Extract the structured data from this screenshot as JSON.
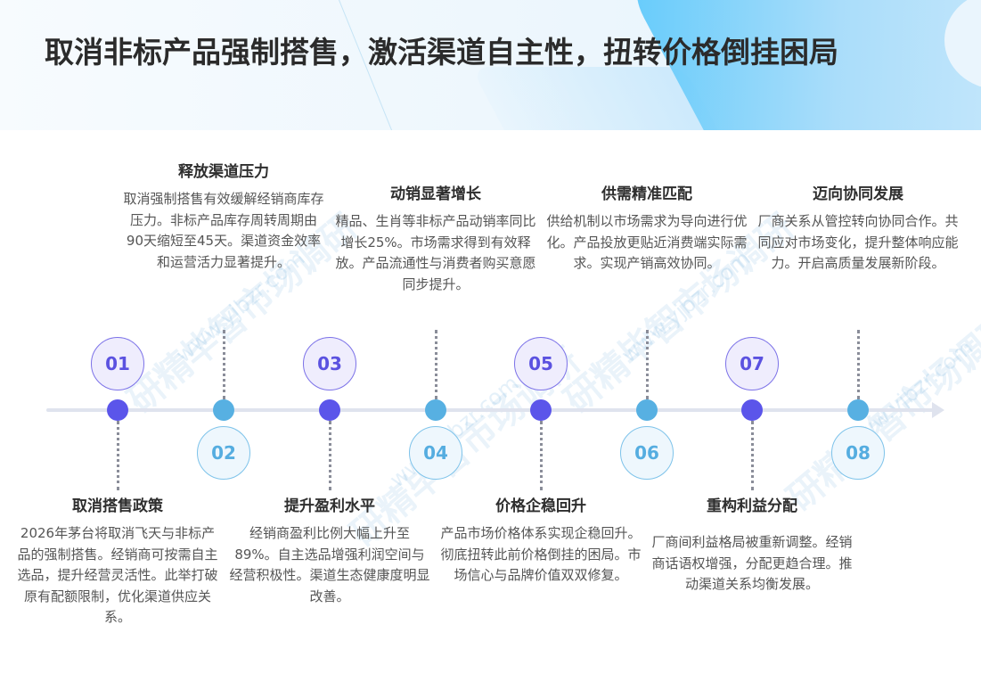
{
  "header": {
    "title": "取消非标产品强制搭售，激活渠道自主性，扭转价格倒挂困局"
  },
  "watermark": {
    "text": "研精毕智市场调研",
    "url": "www.yjbzr.com"
  },
  "colors": {
    "purple_accent": "#5b55ea",
    "blue_accent": "#57b0e2",
    "axis": "#dfe3ee",
    "title_text": "#2b2b2b",
    "body_text": "#555555"
  },
  "timeline": {
    "steps": [
      {
        "number": "01",
        "position": "below",
        "color": "purple",
        "title": "取消搭售政策",
        "description": "2026年茅台将取消飞天与非标产品的强制搭售。经销商可按需自主选品，提升经营灵活性。此举打破原有配额限制，优化渠道供应关系。"
      },
      {
        "number": "02",
        "position": "above",
        "color": "blue",
        "title": "释放渠道压力",
        "description": "取消强制搭售有效缓解经销商库存压力。非标产品库存周转周期由90天缩短至45天。渠道资金效率和运营活力显著提升。"
      },
      {
        "number": "03",
        "position": "below",
        "color": "purple",
        "title": "提升盈利水平",
        "description": "经销商盈利比例大幅上升至89%。自主选品增强利润空间与经营积极性。渠道生态健康度明显改善。"
      },
      {
        "number": "04",
        "position": "above",
        "color": "blue",
        "title": "动销显著增长",
        "description": "精品、生肖等非标产品动销率同比增长25%。市场需求得到有效释放。产品流通性与消费者购买意愿同步提升。"
      },
      {
        "number": "05",
        "position": "below",
        "color": "purple",
        "title": "价格企稳回升",
        "description": "产品市场价格体系实现企稳回升。彻底扭转此前价格倒挂的困局。市场信心与品牌价值双双修复。"
      },
      {
        "number": "06",
        "position": "above",
        "color": "blue",
        "title": "供需精准匹配",
        "description": "供给机制以市场需求为导向进行优化。产品投放更贴近消费端实际需求。实现产销高效协同。"
      },
      {
        "number": "07",
        "position": "below",
        "color": "purple",
        "title": "重构利益分配",
        "description": "厂商间利益格局被重新调整。经销商话语权增强，分配更趋合理。推动渠道关系均衡发展。"
      },
      {
        "number": "08",
        "position": "above",
        "color": "blue",
        "title": "迈向协同发展",
        "description": "厂商关系从管控转向协同合作。共同应对市场变化，提升整体响应能力。开启高质量发展新阶段。"
      }
    ]
  }
}
